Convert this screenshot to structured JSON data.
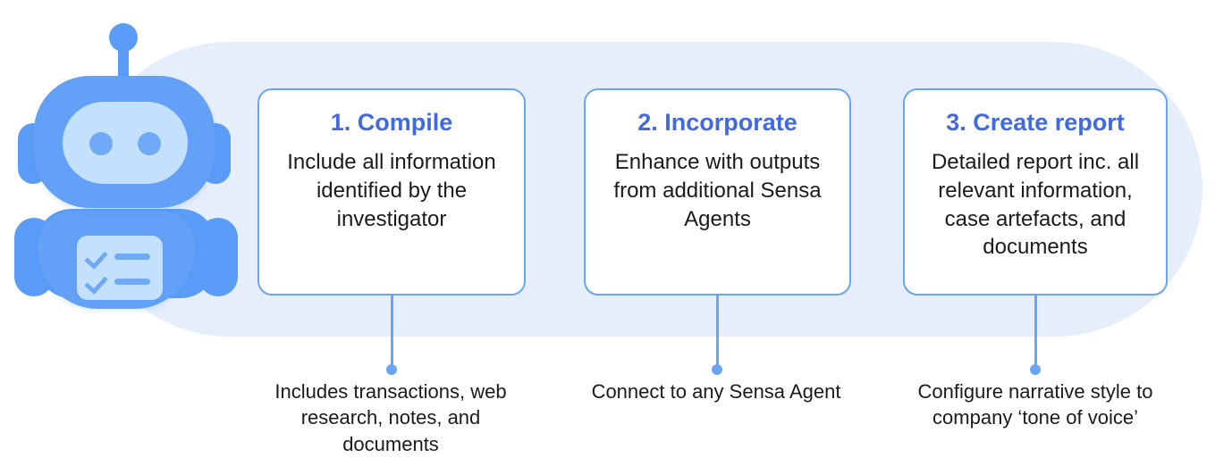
{
  "theme": {
    "panel_bg": "#e6eefc",
    "card_border": "#6aa4f5",
    "card_bg": "#ffffff",
    "heading_color": "#4169e1",
    "body_text_color": "#1b1b1b",
    "connector_color": "#6aa4f5",
    "robot_primary": "#63a0f8",
    "robot_secondary": "#5b9cf8",
    "robot_screen": "#c3e0fc",
    "robot_accent": "#6fa9f7"
  },
  "mascot": {
    "name": "robot-assistant",
    "antenna": "antenna",
    "face": "visor-face",
    "eyes": [
      "eye-left",
      "eye-right"
    ],
    "body_screen": "checklist-screen",
    "checklist_items": 2
  },
  "steps": [
    {
      "title": "1. Compile",
      "body": "Include all information identified by the investigator",
      "caption": "Includes transactions, web research, notes, and documents"
    },
    {
      "title": "2. Incorporate",
      "body": "Enhance with outputs from additional Sensa Agents",
      "caption": "Connect to any Sensa Agent"
    },
    {
      "title": "3. Create report",
      "body": "Detailed report inc. all relevant information, case artefacts, and documents",
      "caption": "Configure narrative style to company ‘tone of voice’"
    }
  ]
}
